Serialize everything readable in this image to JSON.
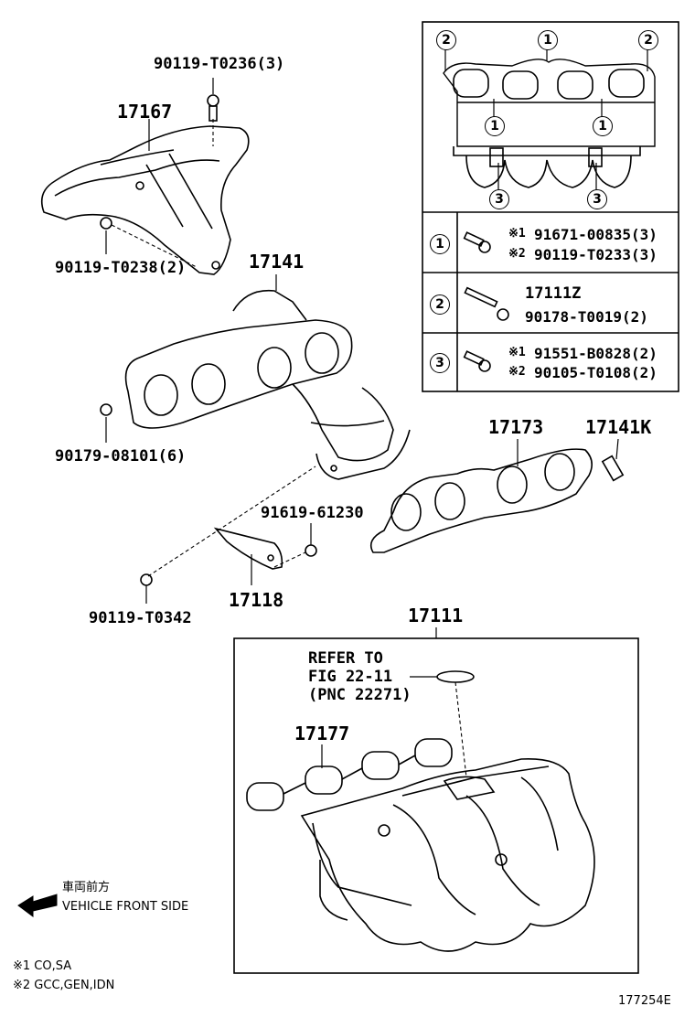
{
  "labels": {
    "p90119_T0236": "90119-T0236(3)",
    "p17167": "17167",
    "p90119_T0238": "90119-T0238(2)",
    "p17141": "17141",
    "p90179_08101": "90179-08101(6)",
    "p91619_61230": "91619-61230",
    "p17118": "17118",
    "p90119_T0342": "90119-T0342",
    "p17173": "17173",
    "p17141K": "17141K",
    "p17111": "17111",
    "refer_l1": "REFER TO",
    "refer_l2": "FIG 22-11",
    "refer_l3": "(PNC 22271)",
    "p17177": "17177"
  },
  "legend": {
    "rows": [
      {
        "marker": "1",
        "lines": [
          {
            "mark": "※1",
            "text": "91671-00835(3)"
          },
          {
            "mark": "※2",
            "text": "90119-T0233(3)"
          }
        ]
      },
      {
        "marker": "2",
        "lines": [
          {
            "mark": "",
            "text": "17111Z"
          },
          {
            "mark": "",
            "text": "90178-T0019(2)"
          }
        ]
      },
      {
        "marker": "3",
        "lines": [
          {
            "mark": "※1",
            "text": "91551-B0828(2)"
          },
          {
            "mark": "※2",
            "text": "90105-T0108(2)"
          }
        ]
      }
    ]
  },
  "inset_markers": [
    "2",
    "1",
    "2",
    "1",
    "1",
    "3",
    "3"
  ],
  "direction": {
    "jp": "車両前方",
    "en": "VEHICLE FRONT SIDE"
  },
  "notes": {
    "n1": "※1 CO,SA",
    "n2": "※2 GCC,GEN,IDN"
  },
  "fig_id": "177254E"
}
